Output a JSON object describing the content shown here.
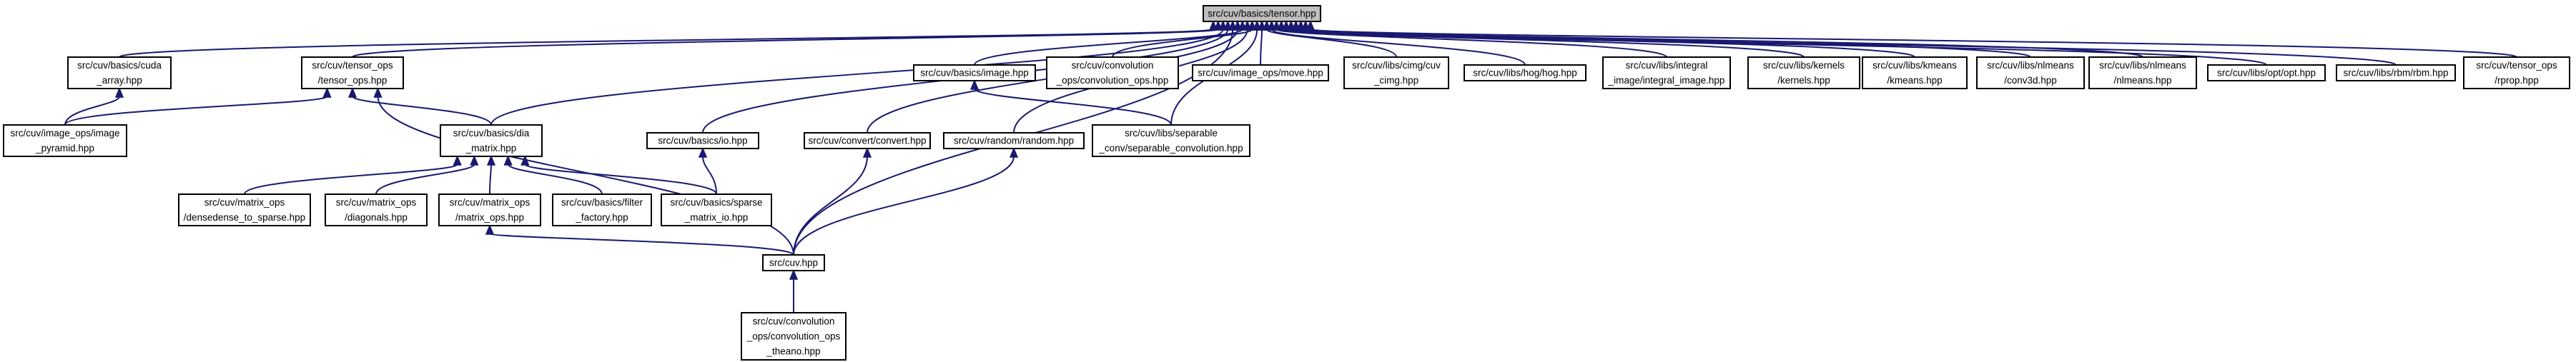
{
  "graph": {
    "root": "tensor",
    "nodes": [
      {
        "id": "tensor",
        "lines": [
          "src/cuv/basics/tensor.hpp"
        ],
        "highlight": true
      },
      {
        "id": "cuda_array",
        "lines": [
          "src/cuv/basics/cuda",
          "_array.hpp"
        ]
      },
      {
        "id": "tensor_ops",
        "lines": [
          "src/cuv/tensor_ops",
          "/tensor_ops.hpp"
        ]
      },
      {
        "id": "image_pyramid",
        "lines": [
          "src/cuv/image_ops/image",
          "_pyramid.hpp"
        ]
      },
      {
        "id": "dia_matrix",
        "lines": [
          "src/cuv/basics/dia",
          "_matrix.hpp"
        ]
      },
      {
        "id": "io",
        "lines": [
          "src/cuv/basics/io.hpp"
        ]
      },
      {
        "id": "convert",
        "lines": [
          "src/cuv/convert/convert.hpp"
        ]
      },
      {
        "id": "random",
        "lines": [
          "src/cuv/random/random.hpp"
        ]
      },
      {
        "id": "image",
        "lines": [
          "src/cuv/basics/image.hpp"
        ]
      },
      {
        "id": "convolution_ops",
        "lines": [
          "src/cuv/convolution",
          "_ops/convolution_ops.hpp"
        ]
      },
      {
        "id": "move",
        "lines": [
          "src/cuv/image_ops/move.hpp"
        ]
      },
      {
        "id": "cimg",
        "lines": [
          "src/cuv/libs/cimg/cuv",
          "_cimg.hpp"
        ]
      },
      {
        "id": "hog",
        "lines": [
          "src/cuv/libs/hog/hog.hpp"
        ]
      },
      {
        "id": "integral_image",
        "lines": [
          "src/cuv/libs/integral",
          "_image/integral_image.hpp"
        ]
      },
      {
        "id": "kernels",
        "lines": [
          "src/cuv/libs/kernels",
          "/kernels.hpp"
        ]
      },
      {
        "id": "kmeans",
        "lines": [
          "src/cuv/libs/kmeans",
          "/kmeans.hpp"
        ]
      },
      {
        "id": "conv3d",
        "lines": [
          "src/cuv/libs/nlmeans",
          "/conv3d.hpp"
        ]
      },
      {
        "id": "nlmeans",
        "lines": [
          "src/cuv/libs/nlmeans",
          "/nlmeans.hpp"
        ]
      },
      {
        "id": "opt",
        "lines": [
          "src/cuv/libs/opt/opt.hpp"
        ]
      },
      {
        "id": "rbm",
        "lines": [
          "src/cuv/libs/rbm/rbm.hpp"
        ]
      },
      {
        "id": "rprop",
        "lines": [
          "src/cuv/tensor_ops",
          "/rprop.hpp"
        ]
      },
      {
        "id": "separable_convolution",
        "lines": [
          "src/cuv/libs/separable",
          "_conv/separable_convolution.hpp"
        ]
      },
      {
        "id": "densedense_to_sparse",
        "lines": [
          "src/cuv/matrix_ops",
          "/densedense_to_sparse.hpp"
        ]
      },
      {
        "id": "diagonals",
        "lines": [
          "src/cuv/matrix_ops",
          "/diagonals.hpp"
        ]
      },
      {
        "id": "matrix_ops",
        "lines": [
          "src/cuv/matrix_ops",
          "/matrix_ops.hpp"
        ]
      },
      {
        "id": "filter_factory",
        "lines": [
          "src/cuv/basics/filter",
          "_factory.hpp"
        ]
      },
      {
        "id": "sparse_matrix_io",
        "lines": [
          "src/cuv/basics/sparse",
          "_matrix_io.hpp"
        ]
      },
      {
        "id": "cuv",
        "lines": [
          "src/cuv.hpp"
        ]
      },
      {
        "id": "convolution_ops_theano",
        "lines": [
          "src/cuv/convolution",
          "_ops/convolution_ops",
          "_theano.hpp"
        ]
      }
    ],
    "edges": [
      {
        "from": "cuda_array",
        "to": "tensor"
      },
      {
        "from": "tensor_ops",
        "to": "tensor"
      },
      {
        "from": "dia_matrix",
        "to": "tensor"
      },
      {
        "from": "io",
        "to": "tensor"
      },
      {
        "from": "cuv",
        "to": "tensor"
      },
      {
        "from": "convert",
        "to": "tensor"
      },
      {
        "from": "random",
        "to": "tensor"
      },
      {
        "from": "separable_convolution",
        "to": "tensor"
      },
      {
        "from": "image",
        "to": "tensor"
      },
      {
        "from": "convolution_ops",
        "to": "tensor"
      },
      {
        "from": "move",
        "to": "tensor"
      },
      {
        "from": "cimg",
        "to": "tensor"
      },
      {
        "from": "hog",
        "to": "tensor"
      },
      {
        "from": "integral_image",
        "to": "tensor"
      },
      {
        "from": "kernels",
        "to": "tensor"
      },
      {
        "from": "kmeans",
        "to": "tensor"
      },
      {
        "from": "conv3d",
        "to": "tensor"
      },
      {
        "from": "nlmeans",
        "to": "tensor"
      },
      {
        "from": "opt",
        "to": "tensor"
      },
      {
        "from": "rbm",
        "to": "tensor"
      },
      {
        "from": "rprop",
        "to": "tensor"
      },
      {
        "from": "image_pyramid",
        "to": "cuda_array"
      },
      {
        "from": "image_pyramid",
        "to": "tensor_ops"
      },
      {
        "from": "dia_matrix",
        "to": "tensor_ops"
      },
      {
        "from": "cuv",
        "to": "tensor_ops"
      },
      {
        "from": "densedense_to_sparse",
        "to": "dia_matrix"
      },
      {
        "from": "diagonals",
        "to": "dia_matrix"
      },
      {
        "from": "matrix_ops",
        "to": "dia_matrix"
      },
      {
        "from": "filter_factory",
        "to": "dia_matrix"
      },
      {
        "from": "sparse_matrix_io",
        "to": "dia_matrix"
      },
      {
        "from": "sparse_matrix_io",
        "to": "io"
      },
      {
        "from": "cuv",
        "to": "matrix_ops"
      },
      {
        "from": "cuv",
        "to": "convert"
      },
      {
        "from": "cuv",
        "to": "random"
      },
      {
        "from": "separable_convolution",
        "to": "image"
      },
      {
        "from": "convolution_ops_theano",
        "to": "cuv"
      }
    ]
  },
  "colors": {
    "edge": "#191970",
    "root_fill": "#bfbfbf",
    "node_fill": "#ffffff",
    "node_border": "#000000"
  }
}
